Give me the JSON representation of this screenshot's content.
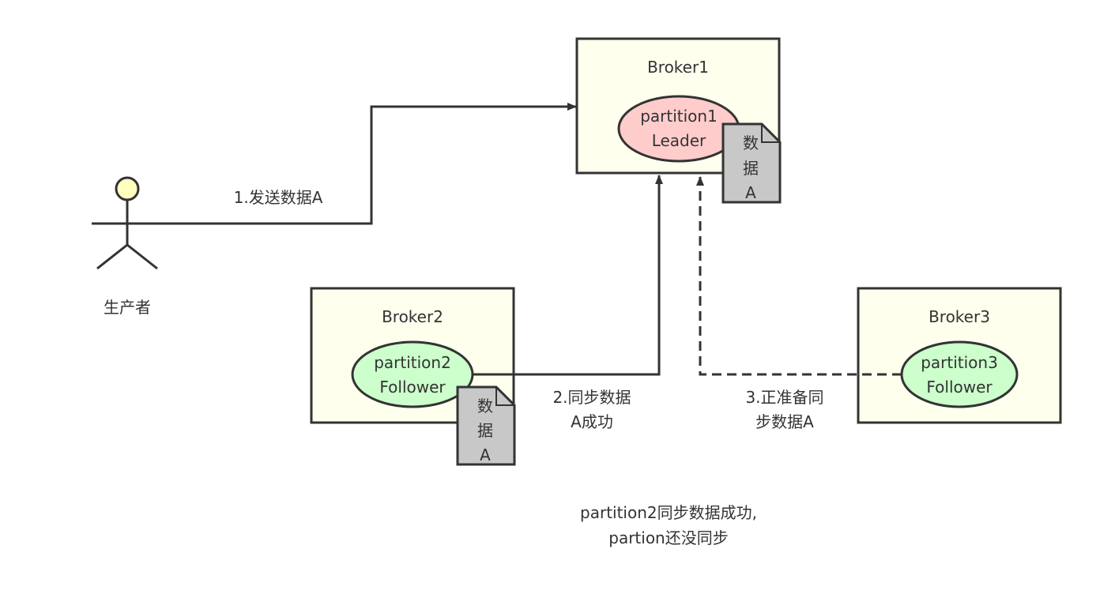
{
  "actor": {
    "label": "生产者"
  },
  "brokers": [
    {
      "title": "Broker1",
      "partition_line1": "partition1",
      "partition_line2": "Leader",
      "doc_lines": [
        "数",
        "据",
        "A"
      ]
    },
    {
      "title": "Broker2",
      "partition_line1": "partition2",
      "partition_line2": "Follower",
      "doc_lines": [
        "数",
        "据",
        "A"
      ]
    },
    {
      "title": "Broker3",
      "partition_line1": "partition3",
      "partition_line2": "Follower"
    }
  ],
  "edges": {
    "send": {
      "label": "1.发送数据A"
    },
    "sync_done": {
      "label_lines": [
        "2.同步数据",
        "A成功"
      ]
    },
    "sync_pending": {
      "label_lines": [
        "3.正准备同",
        "步数据A"
      ]
    }
  },
  "note": {
    "lines": [
      "partition2同步数据成功,",
      "partion还没同步"
    ]
  },
  "colors": {
    "box_fill": "#FFFFEE",
    "stroke": "#333333",
    "leader_fill": "#FFCCCC",
    "follower_fill": "#CCFFCC",
    "doc_fill": "#C8C8C8",
    "actor_head": "#FFFFC0",
    "text": "#333333"
  }
}
